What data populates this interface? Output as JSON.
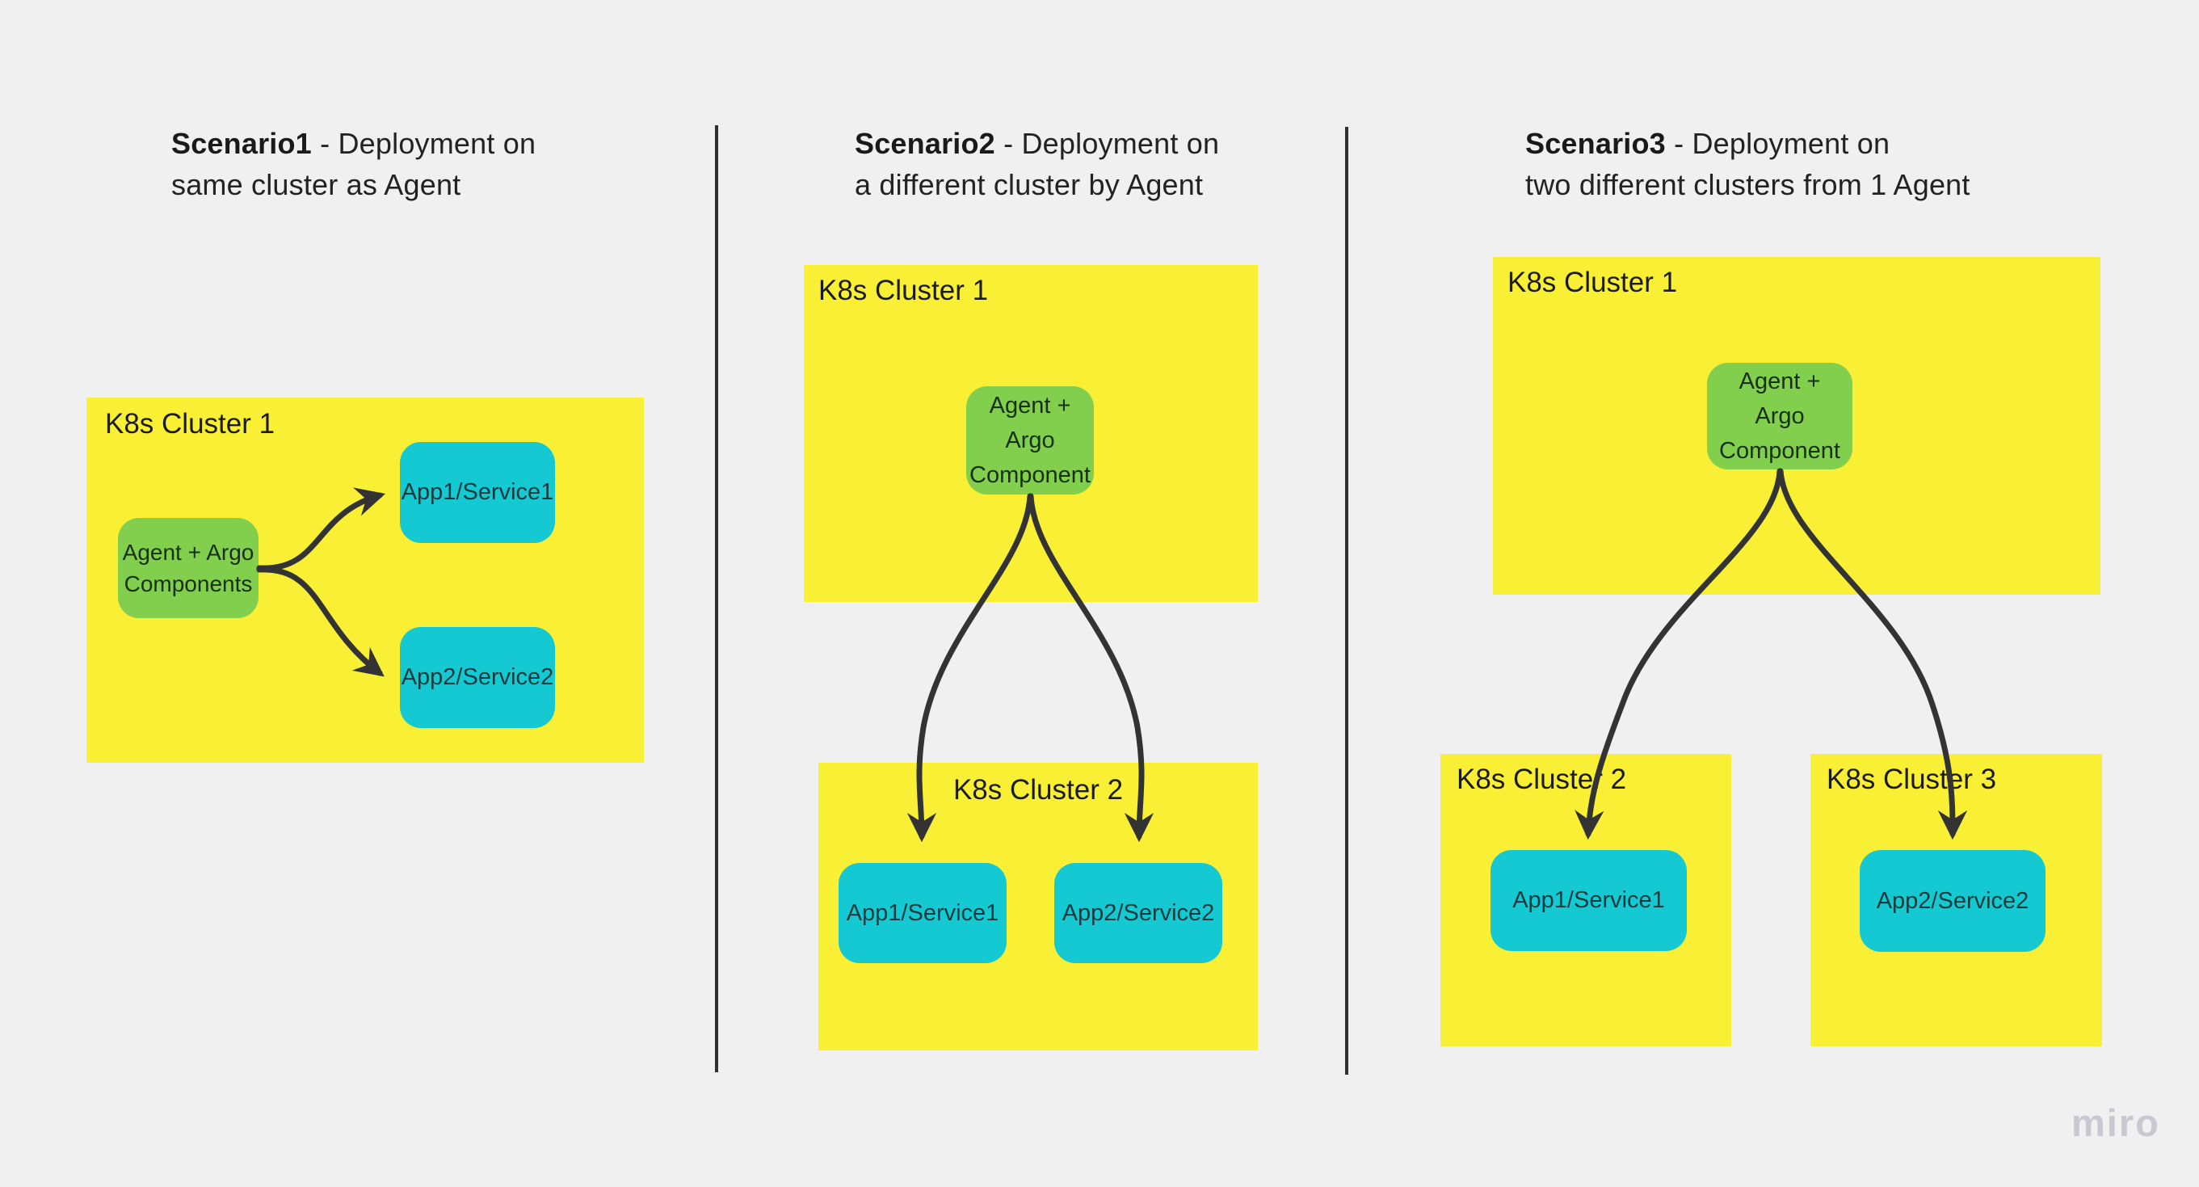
{
  "colors": {
    "background": "#f0f0f0",
    "sticky_yellow": "#f9f035",
    "node_green": "#82ce4d",
    "node_cyan": "#15c9d3",
    "connector_dark": "#333333",
    "watermark_gray": "#c8c7d2"
  },
  "watermark": {
    "label": "miro"
  },
  "scenario1": {
    "title": {
      "bold": "Scenario1",
      "rest": " - Deployment on",
      "line2": "same cluster as Agent"
    },
    "cluster1": {
      "label": "K8s Cluster 1"
    },
    "agent": {
      "label": "Agent + Argo\nComponents"
    },
    "app1": {
      "label": "App1/Service1"
    },
    "app2": {
      "label": "App2/Service2"
    }
  },
  "scenario2": {
    "title": {
      "bold": "Scenario2",
      "rest": " - Deployment on",
      "line2": "a different cluster by Agent"
    },
    "cluster1": {
      "label": "K8s Cluster 1"
    },
    "agent": {
      "label": "Agent +\nArgo\nComponent"
    },
    "cluster2": {
      "label": "K8s Cluster 2"
    },
    "app1": {
      "label": "App1/Service1"
    },
    "app2": {
      "label": "App2/Service2"
    }
  },
  "scenario3": {
    "title": {
      "bold": "Scenario3",
      "rest": " - Deployment on",
      "line2": "two different clusters from 1 Agent"
    },
    "cluster1": {
      "label": "K8s Cluster 1"
    },
    "agent": {
      "label": "Agent +\nArgo\nComponent"
    },
    "cluster2": {
      "label": "K8s Cluster 2"
    },
    "cluster3": {
      "label": "K8s Cluster 3"
    },
    "app1": {
      "label": "App1/Service1"
    },
    "app2": {
      "label": "App2/Service2"
    }
  }
}
